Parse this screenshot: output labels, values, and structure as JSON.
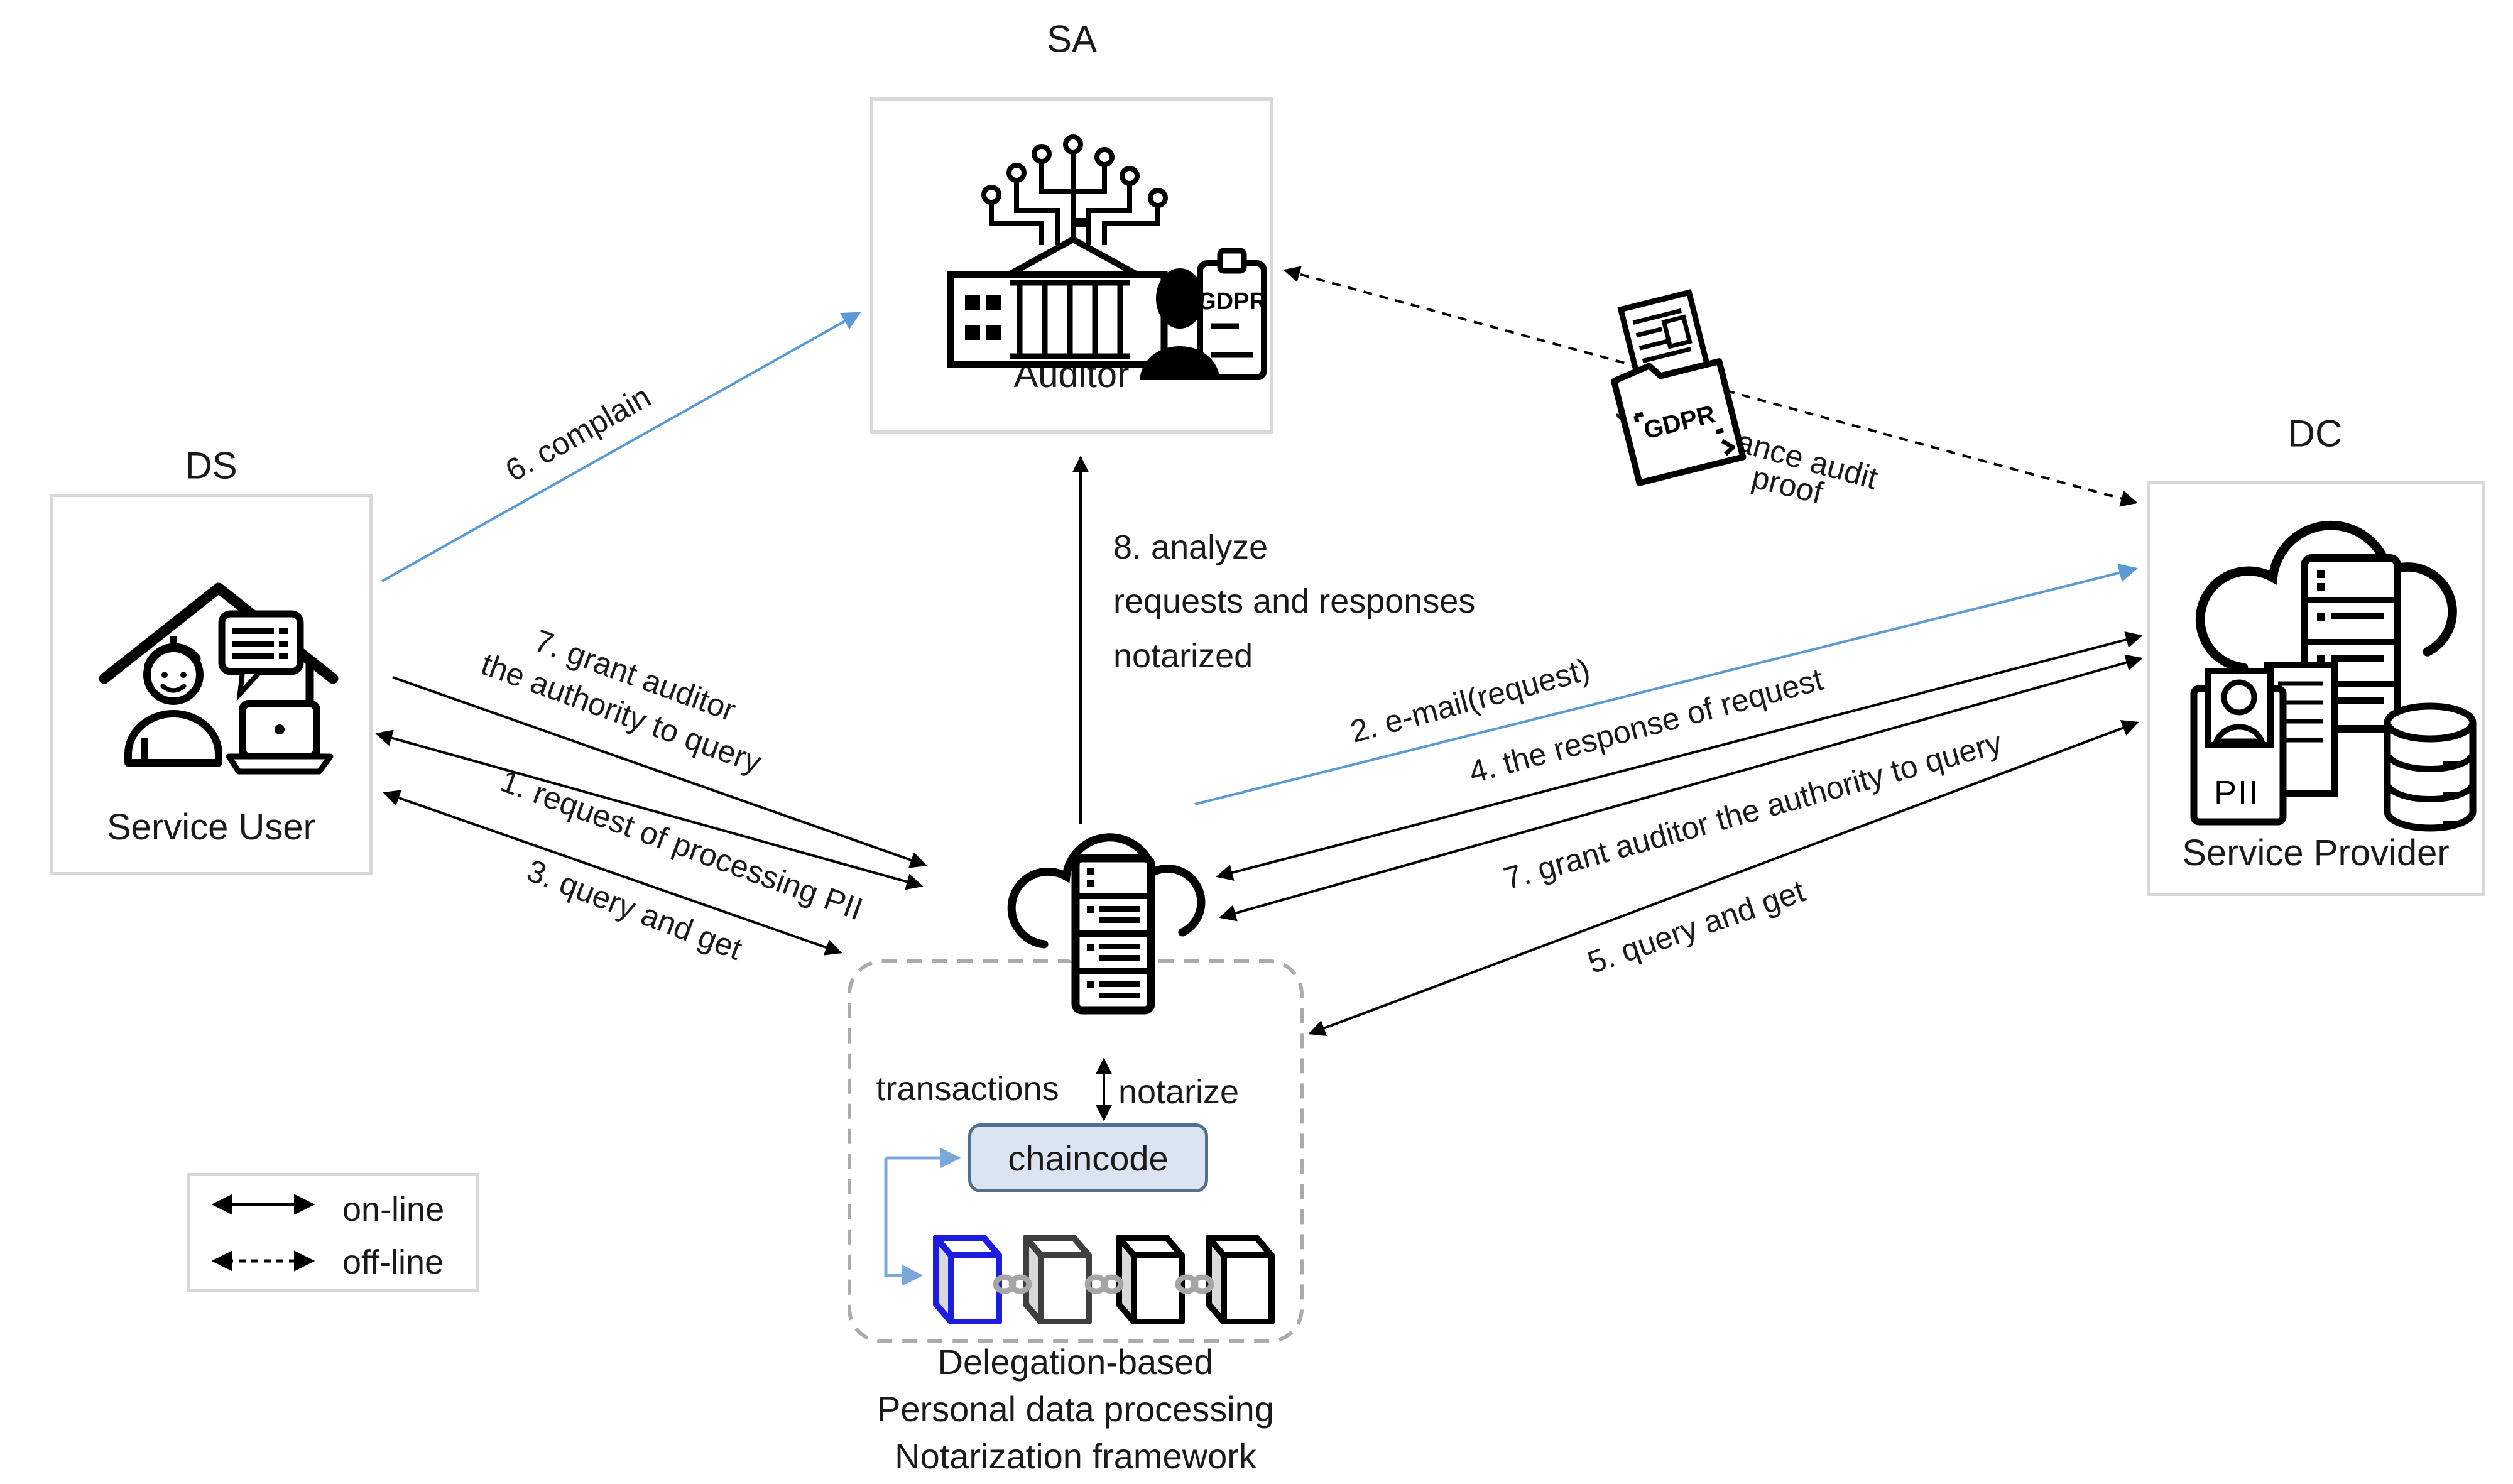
{
  "entities": {
    "sa": {
      "tag": "SA",
      "label": "Auditor"
    },
    "ds": {
      "tag": "DS",
      "label": "Service User"
    },
    "dc": {
      "tag": "DC",
      "label": "Service Provider"
    }
  },
  "arrows": {
    "a1": {
      "label": "1. request of processing PII",
      "style": "solid-double-headed"
    },
    "a2": {
      "label": "2. e-mail(request)",
      "style": "blue-single-headed"
    },
    "a3": {
      "label": "3. query and get",
      "style": "solid-double-headed"
    },
    "a4": {
      "label": "4. the response of request",
      "style": "solid-double-headed"
    },
    "a5": {
      "label": "5. query and get",
      "style": "solid-double-headed"
    },
    "a6": {
      "label": "6. complain",
      "style": "blue-single-headed"
    },
    "a7_left": {
      "line1": "7. grant auditor",
      "line2": "the authority to query",
      "style": "solid-single-headed"
    },
    "a7_right": {
      "label": "7. grant auditor the authority to query",
      "style": "solid-double-headed"
    },
    "a8": {
      "line1": "8. analyze",
      "line2": "requests and responses",
      "line3": "notarized",
      "style": "solid-single-headed"
    },
    "a9": {
      "label": "9. compliance audit",
      "proof_label": "proof",
      "style": "dashed-double-headed"
    }
  },
  "framework": {
    "transactions_label": "transactions",
    "notarize_label": "notarize",
    "chaincode_label": "chaincode",
    "caption": {
      "line1": "Delegation-based",
      "line2": "Personal data processing",
      "line3": "Notarization framework"
    }
  },
  "icons": {
    "gdpr_clipboard": "GDPR",
    "gdpr_folder": "GDPR",
    "pii_card": "PII"
  },
  "legend": {
    "online_label": "on-line",
    "offline_label": "off-line"
  },
  "colors": {
    "accent_blue": "#5b9bd5",
    "elbow_blue": "#7da7d9",
    "block_blue": "#1d1de0",
    "block_dark": "#3f3f3f",
    "block_black": "#000000",
    "chain_gray": "#a6a6a6",
    "chaincode_fill": "#dbe5f2",
    "chaincode_border": "#52708e",
    "box_border": "#d8d8d8",
    "dashed_border": "#ababab",
    "ink": "#000000",
    "text": "#1a1a1a"
  }
}
